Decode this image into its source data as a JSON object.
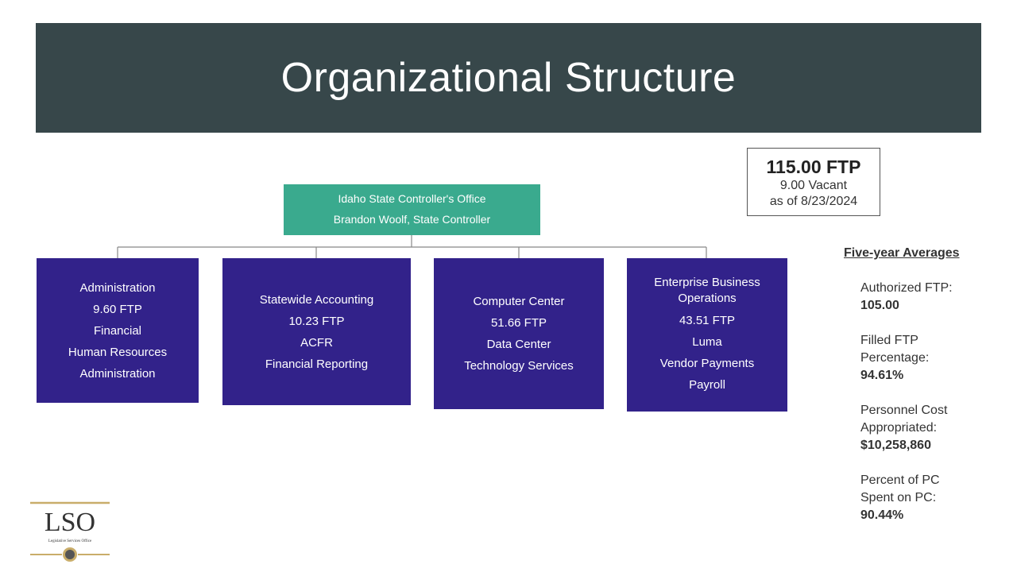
{
  "title": "Organizational Structure",
  "ftp_summary": {
    "total": "115.00 FTP",
    "vacant": "9.00 Vacant",
    "as_of": "as of 8/23/2024"
  },
  "top_node": {
    "line1": "Idaho State Controller's Office",
    "line2": "Brandon Woolf, State Controller"
  },
  "divisions": [
    {
      "name": "Administration",
      "ftp": "9.60 FTP",
      "items": [
        "Financial",
        "Human Resources",
        "Administration"
      ]
    },
    {
      "name": "Statewide Accounting",
      "ftp": "10.23 FTP",
      "items": [
        "ACFR",
        "Financial Reporting"
      ]
    },
    {
      "name": "Computer Center",
      "ftp": "51.66 FTP",
      "items": [
        "Data Center",
        "Technology Services"
      ]
    },
    {
      "name_line1": "Enterprise Business",
      "name_line2": "Operations",
      "ftp": "43.51 FTP",
      "items": [
        "Luma",
        "Vendor Payments",
        "Payroll"
      ]
    }
  ],
  "averages": {
    "heading": "Five-year Averages",
    "stats": [
      {
        "label": "Authorized FTP:",
        "value": "105.00"
      },
      {
        "label": "Filled FTP Percentage:",
        "value": "94.61%"
      },
      {
        "label": "Personnel Cost Appropriated:",
        "value": "$10,258,860"
      },
      {
        "label": "Percent of PC Spent on PC:",
        "value": "90.44%"
      }
    ]
  },
  "logo": {
    "text": "LSO",
    "subtext": "Legislative Services Office",
    "colors": {
      "gold": "#c9ad6a",
      "text": "#333333"
    }
  },
  "colors": {
    "banner": "#37474a",
    "top_node": "#3aaa8e",
    "division_node": "#32228a"
  }
}
